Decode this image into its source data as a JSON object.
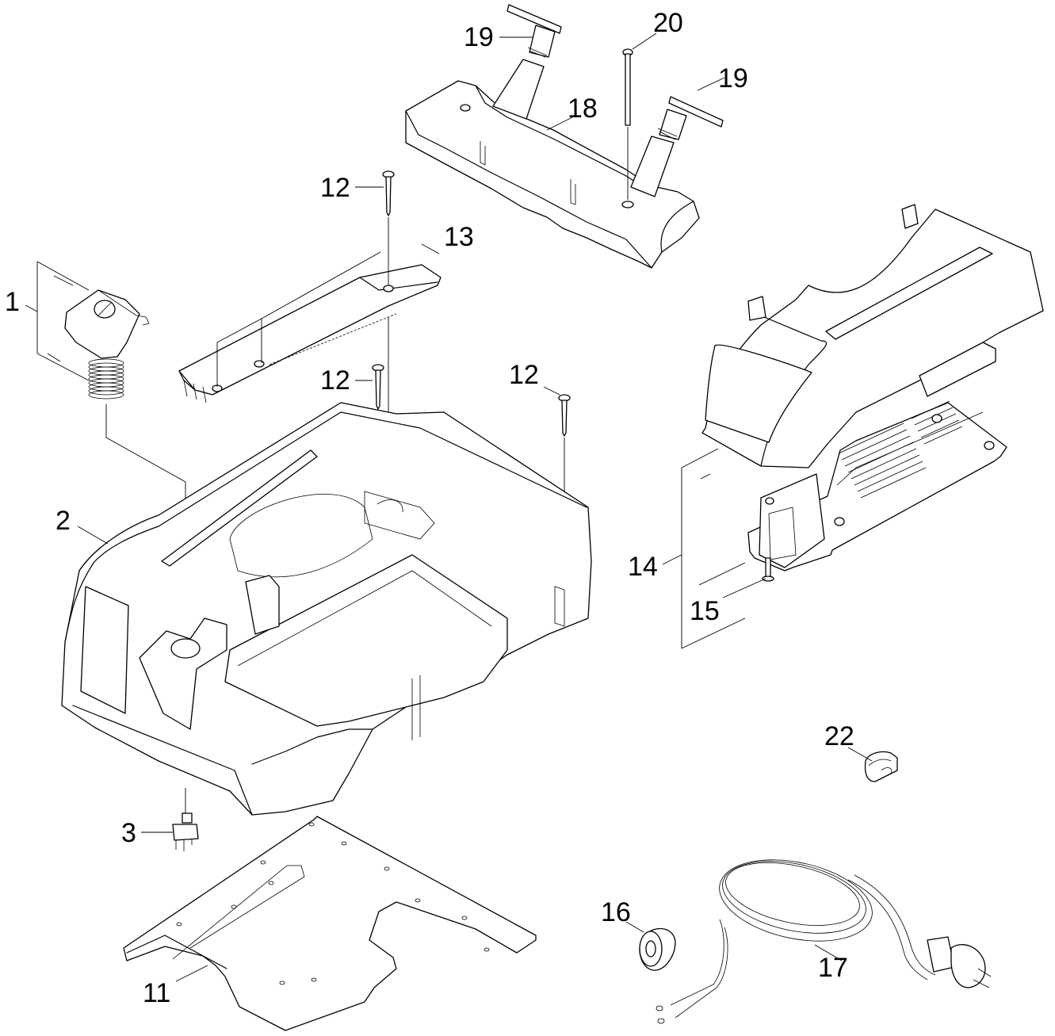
{
  "diagram": {
    "type": "exploded-parts-diagram",
    "background": "#ffffff",
    "line_color": "#000000",
    "callouts": [
      {
        "id": "c1",
        "label": "1",
        "part": "cap-with-spring-assembly"
      },
      {
        "id": "c2",
        "label": "2",
        "part": "housing-upper"
      },
      {
        "id": "c3",
        "label": "3",
        "part": "switch"
      },
      {
        "id": "c11",
        "label": "11",
        "part": "base-plate"
      },
      {
        "id": "c12a",
        "label": "12",
        "part": "screw"
      },
      {
        "id": "c12b",
        "label": "12",
        "part": "screw"
      },
      {
        "id": "c12c",
        "label": "12",
        "part": "screw"
      },
      {
        "id": "c13",
        "label": "13",
        "part": "cover-strip"
      },
      {
        "id": "c14",
        "label": "14",
        "part": "hood-with-electronics-assembly"
      },
      {
        "id": "c15",
        "label": "15",
        "part": "pin"
      },
      {
        "id": "c16",
        "label": "16",
        "part": "ferrite-ring"
      },
      {
        "id": "c17",
        "label": "17",
        "part": "power-cord-with-plug"
      },
      {
        "id": "c18",
        "label": "18",
        "part": "handle-bar"
      },
      {
        "id": "c19a",
        "label": "19",
        "part": "clip"
      },
      {
        "id": "c19b",
        "label": "19",
        "part": "clip"
      },
      {
        "id": "c20",
        "label": "20",
        "part": "long-screw"
      },
      {
        "id": "c22",
        "label": "22",
        "part": "cable-grommet"
      }
    ]
  }
}
